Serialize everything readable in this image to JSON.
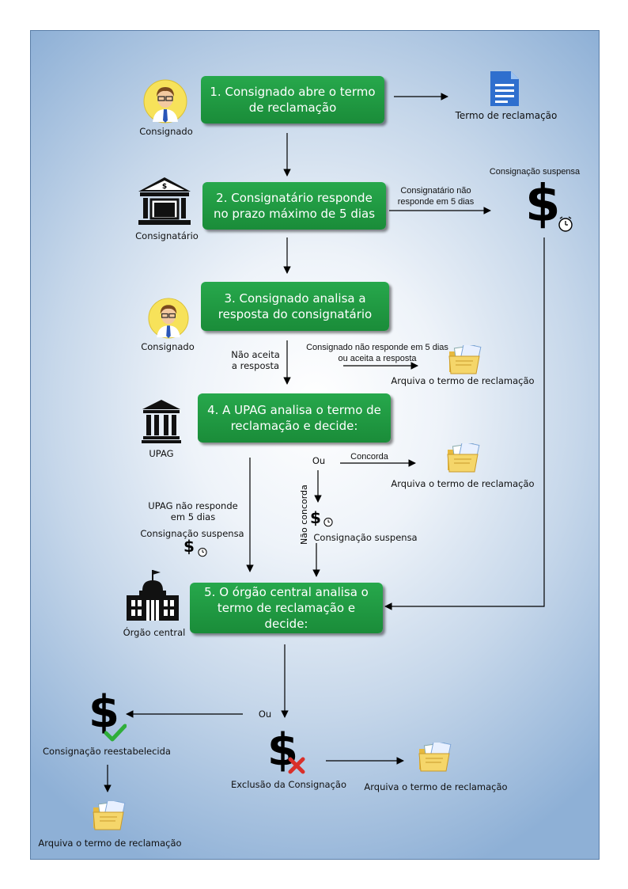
{
  "steps": {
    "s1": "1. Consignado abre o termo de reclamação",
    "s2": "2. Consignatário responde no prazo máximo de 5 dias",
    "s3": "3. Consignado analisa a resposta do consignatário",
    "s4": "4. A UPAG analisa o termo de reclamação e decide:",
    "s5": "5. O órgão central analisa o termo de reclamação e decide:"
  },
  "actors": {
    "consignado_1": "Consignado",
    "consignatario": "Consignatário",
    "consignado_2": "Consignado",
    "upag": "UPAG",
    "orgao_central": "Órgão central"
  },
  "labels": {
    "termo_reclamacao": "Termo de reclamação",
    "consignacao_suspensa_top": "Consignação suspensa",
    "consignatario_nao_responde": "Consignatário não responde em 5 dias",
    "nao_aceita": "Não aceita a resposta",
    "consignado_nao_responde": "Consignado não responde em 5 dias ou aceita a resposta",
    "arquiva_1": "Arquiva o termo de reclamação",
    "ou_1": "Ou",
    "concorda": "Concorda",
    "arquiva_2": "Arquiva o termo de reclamação",
    "nao_concorda": "Não concorda",
    "consignacao_suspensa_mid": "Consignação suspensa",
    "upag_nao_responde": "UPAG não responde em 5 dias",
    "consignacao_suspensa_left": "Consignação suspensa",
    "ou_2": "Ou",
    "consignacao_reestabelecida": "Consignação reestabelecida",
    "exclusao": "Exclusão da Consignação",
    "arquiva_3": "Arquiva o termo de reclamação",
    "arquiva_4": "Arquiva o termo de reclamação"
  },
  "icons": {
    "person": "person-icon",
    "bank": "bank-icon",
    "government": "government-building-icon",
    "document": "document-icon",
    "folder": "folder-icon",
    "dollar": "dollar-icon",
    "clock": "clock-icon"
  },
  "colors": {
    "step_green": "#1f9a42",
    "background_blue": "#8eb0d6"
  }
}
